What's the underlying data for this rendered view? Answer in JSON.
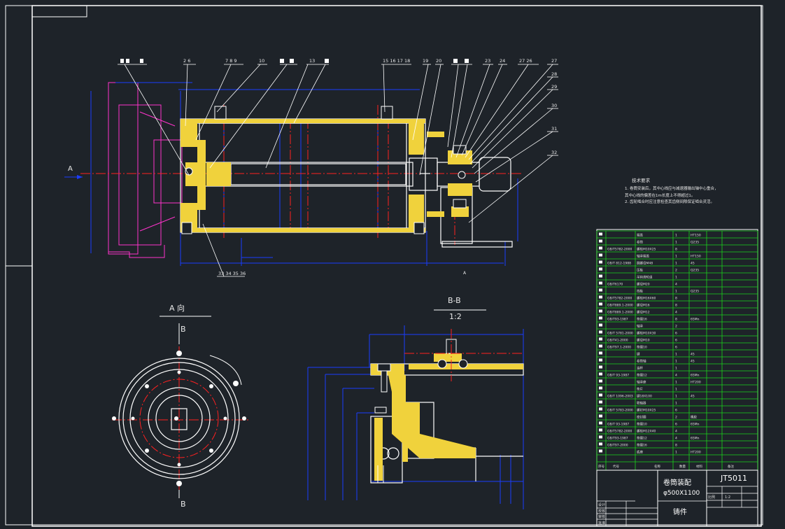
{
  "drawing": {
    "view_a_title": "A 向",
    "section_title": "B-B",
    "section_scale": "1:2",
    "section_mark": "B",
    "arrow_label": "A",
    "a_label_small": "A",
    "tech_req_title": "技术要求",
    "tech_req_lines": [
      "1. 卷筒安装后，其中心线应与减速器输出轴中心重合，",
      "其中心线的偏差在1m长度上不得超过1。",
      "2. 齿轮啮合时应注意检查其齿侧间隙保证啮合灵活。"
    ],
    "balloons_top": [
      "2 6",
      "7 8 9",
      "10",
      "13",
      "15 16 17 18",
      "19",
      "20",
      "23",
      "24",
      "27 26"
    ],
    "balloons_right": [
      "27",
      "28",
      "29",
      "30",
      "31",
      "32"
    ],
    "balloons_bottom": "33 34 35 36"
  },
  "title_block": {
    "drawing_no": "JT5011",
    "name_line1": "卷筒装配",
    "name_line2": "φ500X1100",
    "material_label": "铸件",
    "scale_label": "比例",
    "scale_value": "1:2",
    "row_labels": [
      "设计",
      "校核",
      "审核",
      "批准"
    ],
    "col_labels": [
      "序号",
      "代号",
      "名称",
      "数量",
      "材料",
      "备注"
    ]
  },
  "bom": {
    "codes": [
      "",
      "",
      "GB/T5782-2000",
      "",
      "GB/T 812-1988",
      "",
      "",
      "GB/T6170",
      "",
      "GB/T5782-2000",
      "GB/T889.1-2000",
      "GB/T889.1-2000",
      "GB/T93-1987",
      "",
      "GB/T 5781-2000",
      "GB/T41-2000",
      "GB/T97.1-2000",
      "",
      "",
      "",
      "GB/T 93-1987",
      "",
      "",
      "GB/T 1096-2003",
      "",
      "GB/T 5783-2000",
      "",
      "GB/T 93-1987",
      "GB/T5782-2000",
      "GB/T93-1987",
      "GB/T97-2000",
      ""
    ],
    "names": [
      "端盖",
      "卷筒",
      "螺栓M10X25",
      "轴承端盖",
      "圆螺母M48",
      "压板",
      "吊钩滑轮组",
      "螺母M20",
      "挡板",
      "螺栓M16X60",
      "螺母M16",
      "螺母M12",
      "垫圈16",
      "轴承",
      "螺栓M10X30",
      "螺母M10",
      "垫圈10",
      "键",
      "卷筒轴",
      "油杯",
      "垫圈12",
      "轴承座",
      "垫片",
      "键18X100",
      "联轴器",
      "螺钉M10X25",
      "密封圈",
      "垫圈10",
      "螺栓M12X40",
      "垫圈12",
      "垫圈16",
      "底座"
    ],
    "qtys": [
      "1",
      "1",
      "8",
      "1",
      "1",
      "2",
      "1",
      "4",
      "1",
      "8",
      "8",
      "4",
      "8",
      "2",
      "6",
      "6",
      "6",
      "1",
      "1",
      "1",
      "4",
      "1",
      "1",
      "1",
      "1",
      "6",
      "2",
      "6",
      "4",
      "4",
      "8",
      "1"
    ],
    "materials": [
      "HT150",
      "Q235",
      "",
      "HT150",
      "45",
      "Q235",
      "",
      "",
      "Q235",
      "",
      "",
      "",
      "65Mn",
      "",
      "",
      "",
      "",
      "45",
      "45",
      "",
      "65Mn",
      "HT200",
      "",
      "45",
      "",
      "",
      "橡胶",
      "65Mn",
      "",
      "65Mn",
      "",
      "HT200"
    ]
  },
  "colors": {
    "background": "#1e2329",
    "outline": "#ffffff",
    "dimension": "#1a3cff",
    "centerline": "#ff2020",
    "section_hatch": "#f0d23c",
    "phantom": "#ff33cc",
    "bom_grid": "#1bd41b"
  }
}
